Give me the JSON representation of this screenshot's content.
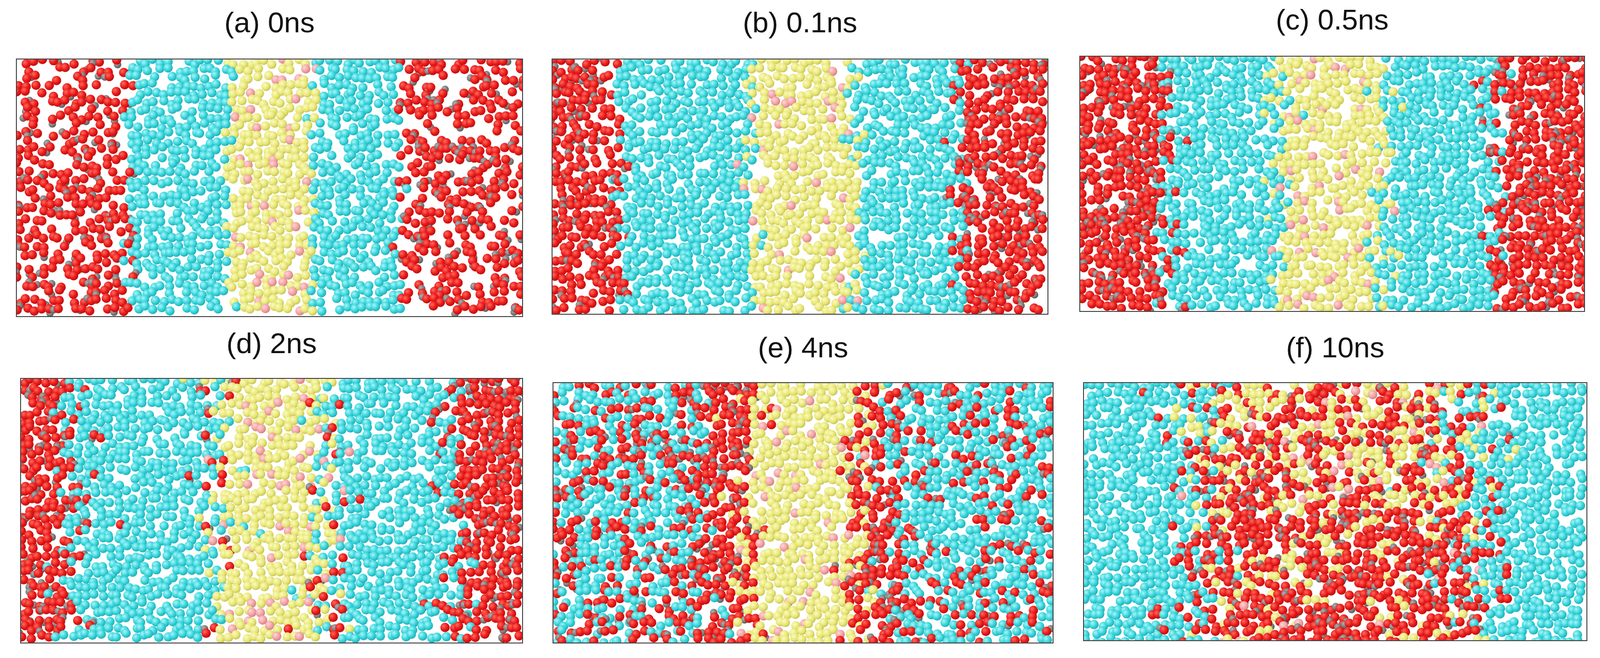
{
  "diagram": {
    "labels": [
      "(a) 0ns",
      "(b) 0.1ns",
      "(c) 0.5ns",
      "(d) 2ns",
      "(e) 4ns",
      "(f) 10ns"
    ]
  }
}
